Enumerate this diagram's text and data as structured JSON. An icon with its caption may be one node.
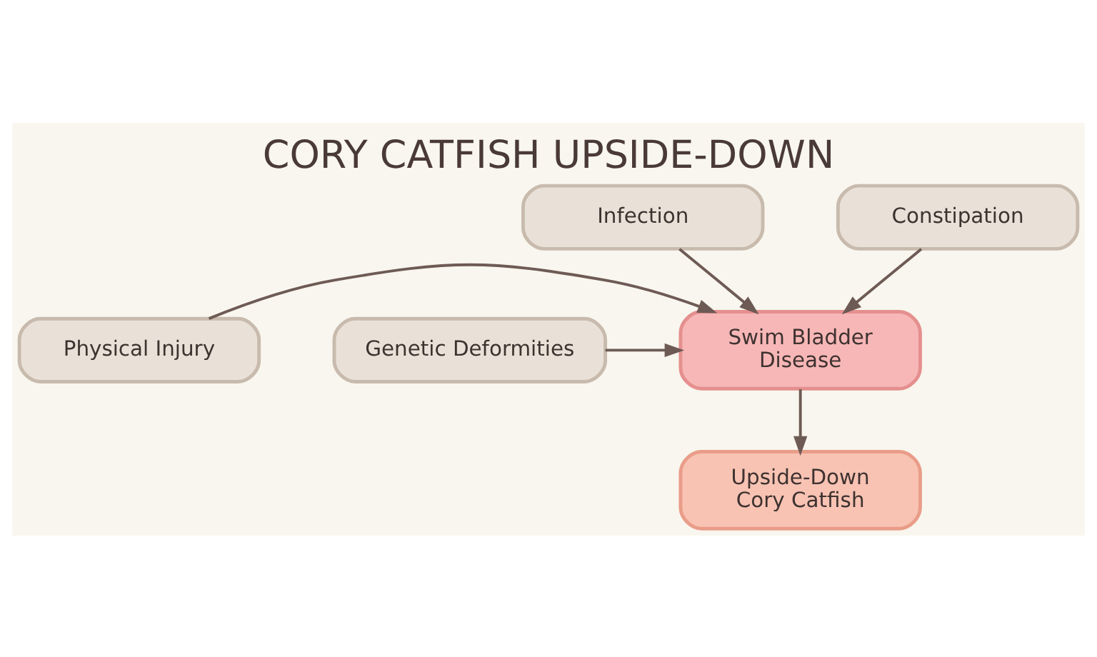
{
  "diagram": {
    "title": "CORY CATFISH UPSIDE-DOWN",
    "nodes": [
      {
        "text": [
          "Infection"
        ]
      },
      {
        "text": [
          "Constipation"
        ]
      },
      {
        "text": [
          "Physical Injury"
        ]
      },
      {
        "text": [
          "Swim Bladder Disease"
        ]
      },
      {
        "text": [
          "Genetic Deformities"
        ]
      },
      {
        "text": [
          "Upside-Down Cory Catfish"
        ]
      }
    ],
    "edges": [
      {
        "from": 0,
        "to": 3,
        "arrow": "to"
      },
      {
        "from": 1,
        "to": 3,
        "arrow": "to"
      },
      {
        "from": 2,
        "to": 3,
        "arrow": "to"
      },
      {
        "from": 4,
        "to": 3,
        "arrow": "to"
      },
      {
        "from": 3,
        "to": 5,
        "arrow": "to"
      }
    ]
  }
}
